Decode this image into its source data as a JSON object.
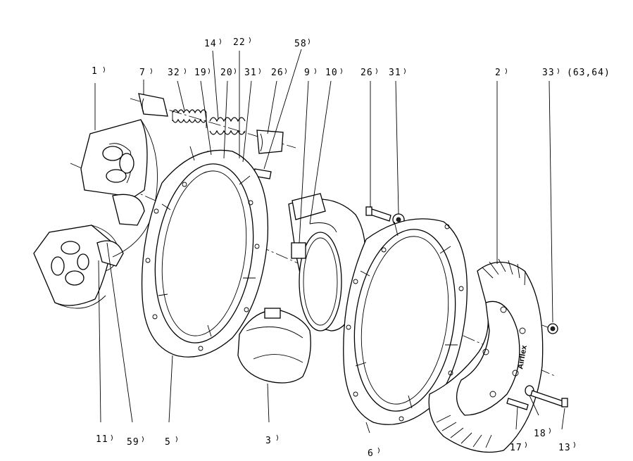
{
  "diagram": {
    "labels": {
      "l1": "1",
      "l7": "7",
      "l32": "32",
      "l19": "19",
      "l14": "14",
      "l22": "22",
      "l20": "20",
      "l31a": "31",
      "l26a": "26",
      "l58": "58",
      "l9": "9",
      "l10": "10",
      "l26b": "26",
      "l31b": "31",
      "l2": "2",
      "l33": "33",
      "l33_alt": "(63,64)",
      "l11": "11",
      "l59": "59",
      "l5": "5",
      "l3": "3",
      "l6": "6",
      "l17": "17",
      "l18": "18",
      "l13": "13"
    },
    "brand_text": "Airflex"
  }
}
